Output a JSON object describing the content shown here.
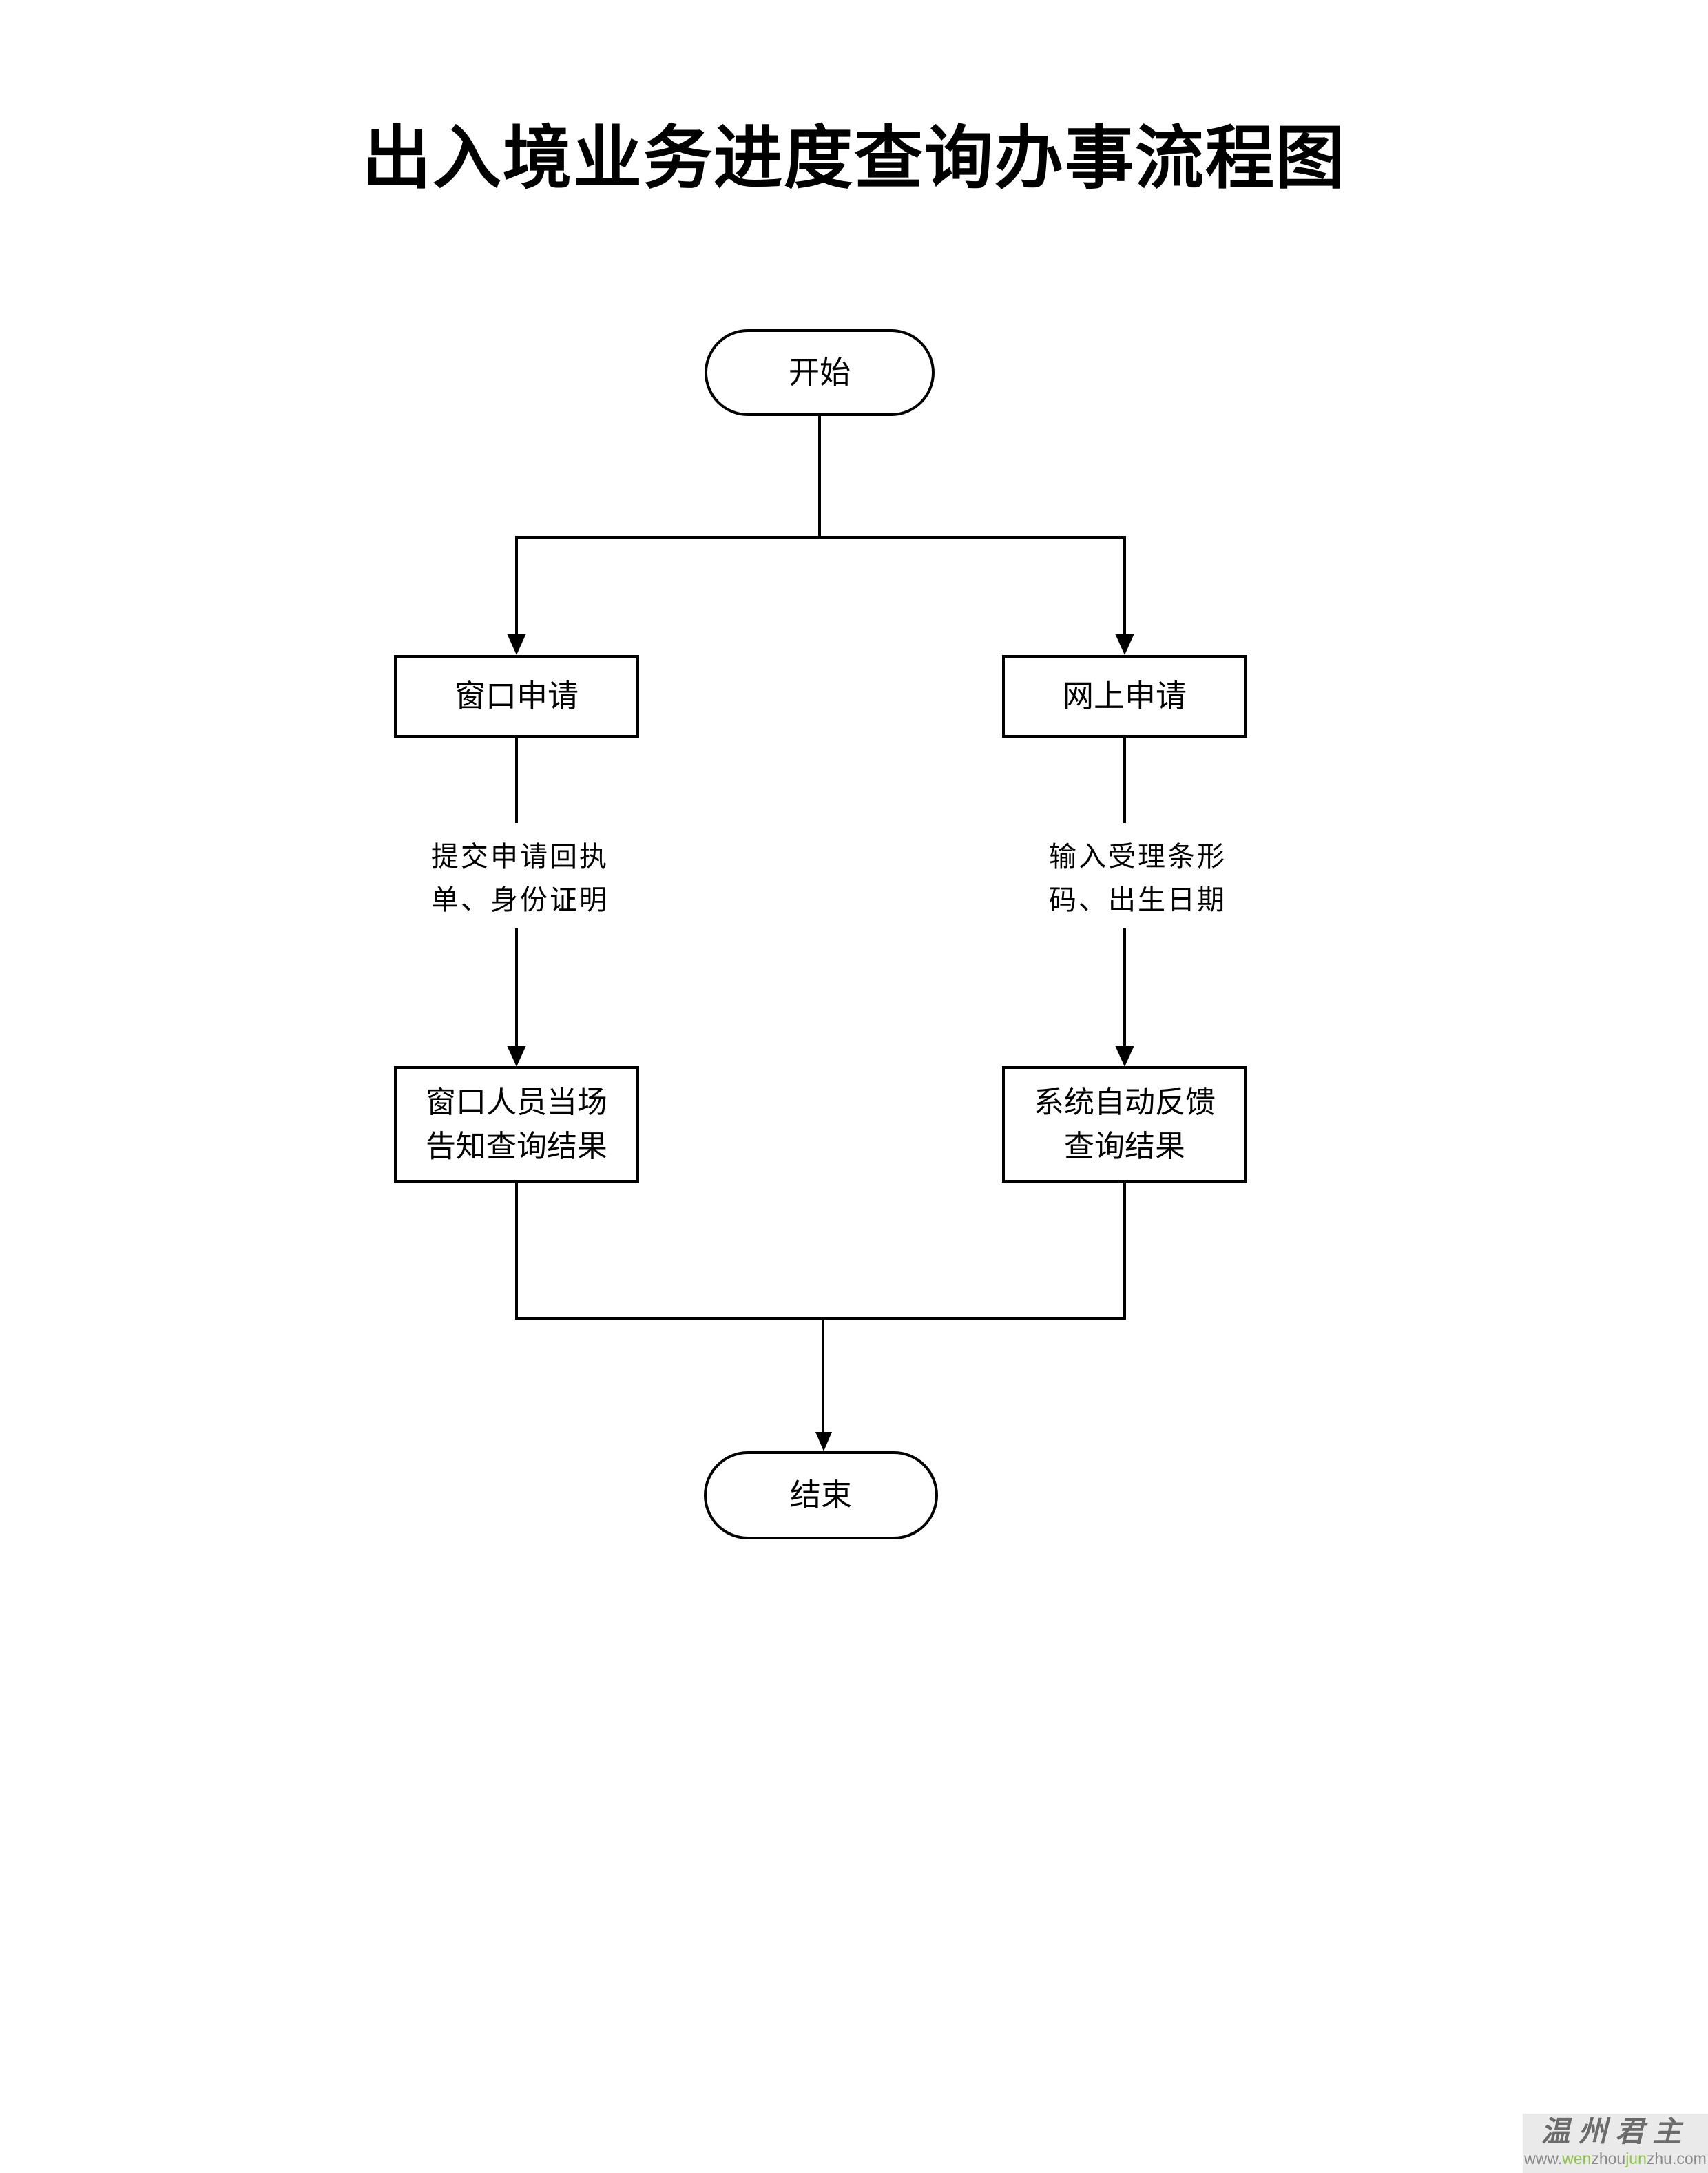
{
  "title": "出入境业务进度查询办事流程图",
  "flowchart": {
    "start_label": "开始",
    "end_label": "结束",
    "left_branch": {
      "step1_label": "窗口申请",
      "edge_label_lines": [
        "提交申请回执",
        "单、身份证明"
      ],
      "step2_lines": [
        "窗口人员当场",
        "告知查询结果"
      ]
    },
    "right_branch": {
      "step1_label": "网上申请",
      "edge_label_lines": [
        "输入受理条形",
        "码、出生日期"
      ],
      "step2_lines": [
        "系统自动反馈",
        "查询结果"
      ]
    }
  },
  "watermark": {
    "brand": "温州君主",
    "url_segments": [
      "www.",
      "wen",
      "zhou",
      "jun",
      "zhu",
      ".com"
    ]
  },
  "colors": {
    "line": "#000000",
    "background": "#ffffff",
    "watermark_bg": "#eaeaea",
    "watermark_text": "#6b6b6b",
    "url_gray": "#8a8a8a",
    "url_green": "#8dc63f"
  }
}
